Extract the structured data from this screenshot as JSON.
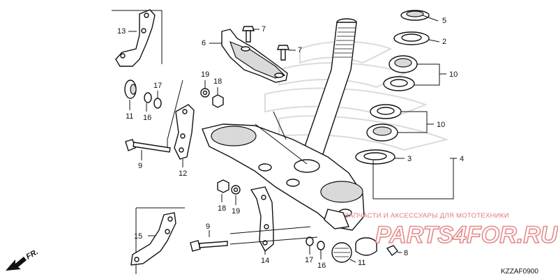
{
  "diagram_code": "KZZAF0900",
  "watermark": {
    "tagline": "ЗАПЧАСТИ И АКСЕССУАРЫ ДЛЯ МОТОТЕХНИКИ",
    "brand": "PARTS4FOR.RU"
  },
  "front_indicator": "FR.",
  "callouts": {
    "c1": "13",
    "c2": "6",
    "c3": "7",
    "c4": "7",
    "c5": "5",
    "c6": "2",
    "c7": "10",
    "c8": "19",
    "c9": "18",
    "c10": "17",
    "c11": "11",
    "c12": "16",
    "c13": "10",
    "c14": "4",
    "c15": "3",
    "c16": "9",
    "c17": "12",
    "c18": "18",
    "c19": "19",
    "c20": "9",
    "c21": "15",
    "c22": "14",
    "c23": "17",
    "c24": "16",
    "c25": "11",
    "c26": "8"
  }
}
